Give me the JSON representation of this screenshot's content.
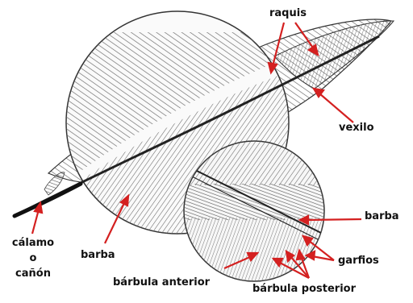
{
  "labels": {
    "raquis": "raquis",
    "vexilo": "vexilo",
    "barba_right": "barba",
    "garfios": "garfios",
    "barbula_posterior": "bárbula posterior",
    "barbula_anterior": "bárbula anterior",
    "barba_bottom": "barba",
    "calamo": "cálamo",
    "calamo_o": "o",
    "canon": "cañón"
  },
  "colors": {
    "arrow": "#d42020",
    "ink": "#222222",
    "hatch": "#555555"
  }
}
